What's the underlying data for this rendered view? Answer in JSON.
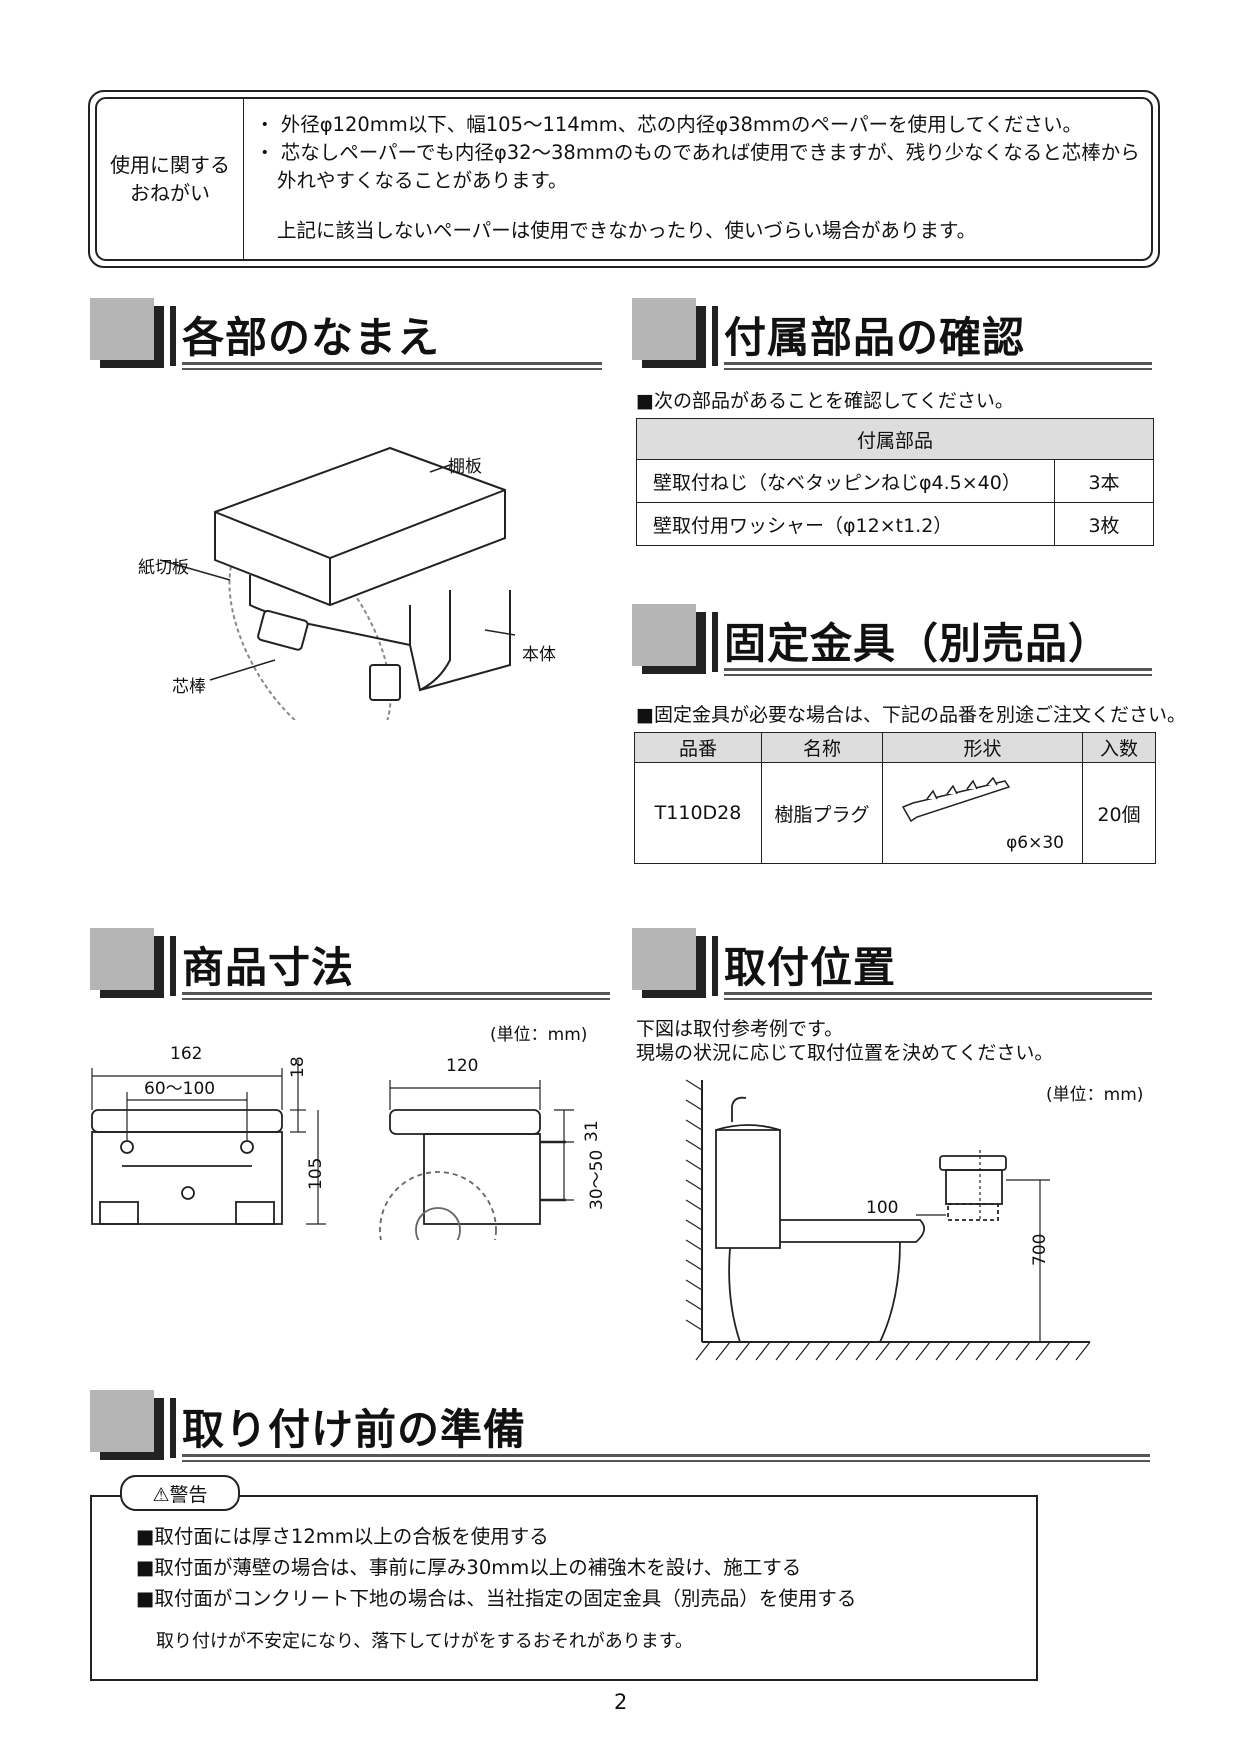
{
  "notice": {
    "label_line1": "使用に関する",
    "label_line2": "おねがい",
    "bullets": [
      "・ 外径φ120mm以下、幅105～114mm、芯の内径φ38mmのペーパーを使用してください。",
      "・ 芯なしペーパーでも内径φ32～38mmのものであれば使用できますが、残り少なくなると芯棒から外れやすくなることがあります。"
    ],
    "note": "上記に該当しないペーパーは使用できなかったり、使いづらい場合があります。"
  },
  "parts_names": {
    "title": "各部のなまえ",
    "labels": {
      "shelf": "棚板",
      "cutter": "紙切板",
      "body": "本体",
      "spindle": "芯棒"
    }
  },
  "accessories": {
    "title": "付属部品の確認",
    "lead": "■次の部品があることを確認してください。",
    "header": "付属部品",
    "rows": [
      {
        "name": "壁取付ねじ（なベタッピンねじφ4.5×40）",
        "qty": "3本"
      },
      {
        "name": "壁取付用ワッシャー（φ12×t1.2）",
        "qty": "3枚"
      }
    ]
  },
  "fixture": {
    "title": "固定金具（別売品）",
    "lead": "■固定金具が必要な場合は、下記の品番を別途ご注文ください。",
    "headers": [
      "品番",
      "名称",
      "形状",
      "入数"
    ],
    "row": {
      "code": "T110D28",
      "name": "樹脂プラグ",
      "size": "φ6×30",
      "qty": "20個"
    }
  },
  "dimensions": {
    "title": "商品寸法",
    "unit": "(単位：mm)",
    "width": "162",
    "hole_span": "60～100",
    "top": "18",
    "height": "105",
    "depth": "120",
    "v1": "31",
    "v2": "30～50"
  },
  "position": {
    "title": "取付位置",
    "lead1": "下図は取付参考例です。",
    "lead2": "現場の状況に応じて取付位置を決めてください。",
    "unit": "(単位：mm)",
    "offset": "100",
    "height": "700"
  },
  "preparation": {
    "title": "取り付け前の準備",
    "warning_label": "⚠警告",
    "items": [
      "■取付面には厚さ12mm以上の合板を使用する",
      "■取付面が薄壁の場合は、事前に厚み30mm以上の補強木を設け、施工する",
      "■取付面がコンクリート下地の場合は、当社指定の固定金具（別売品）を使用する"
    ],
    "note": "取り付けが不安定になり、落下してけがをするおそれがあります。"
  },
  "page_number": "2"
}
